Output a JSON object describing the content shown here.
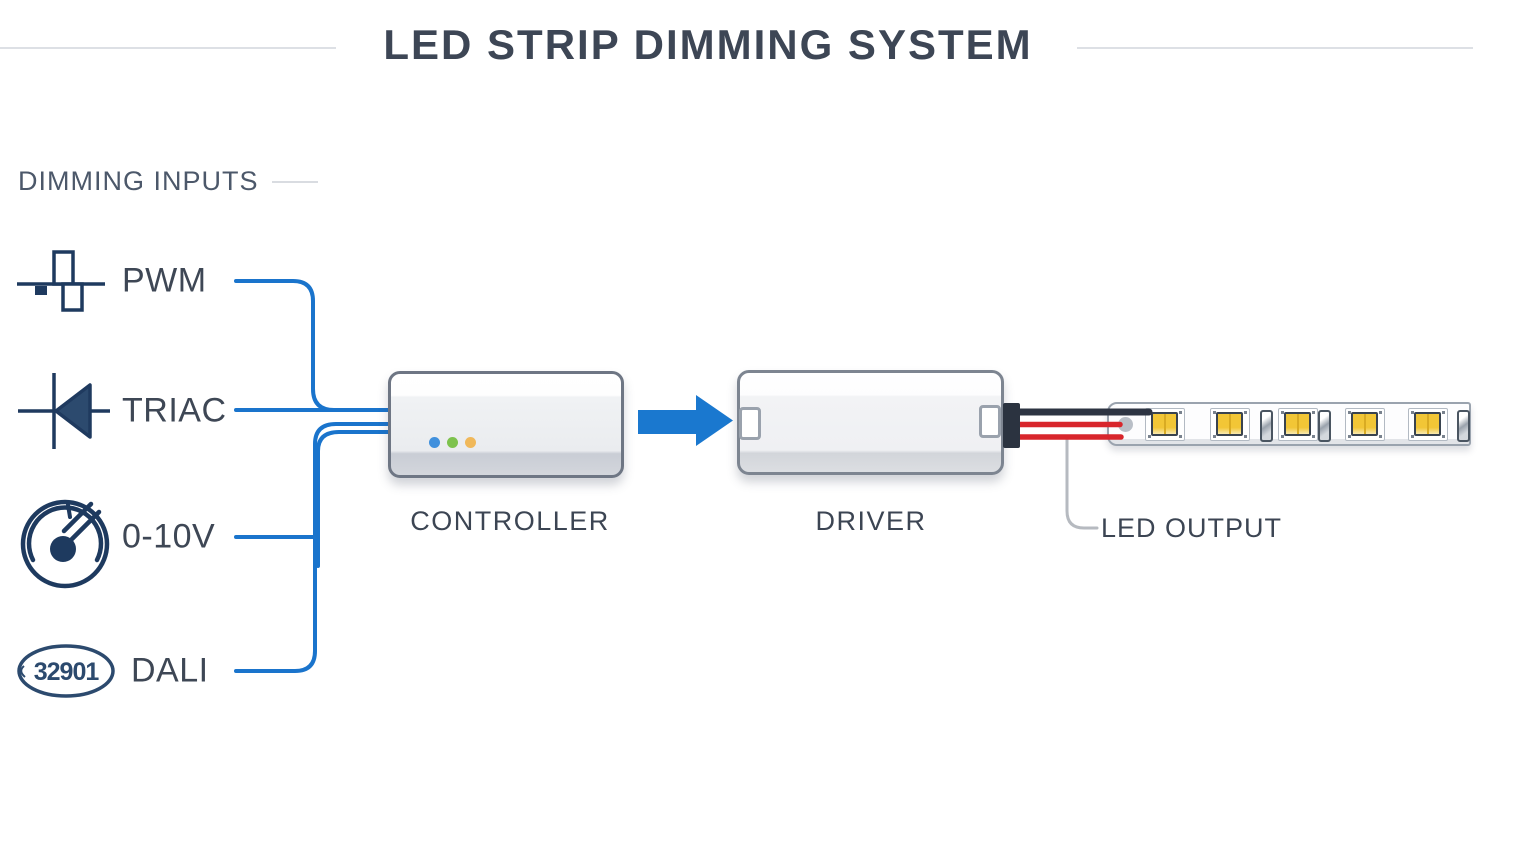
{
  "title": "LED STRIP DIMMING SYSTEM",
  "inputs": {
    "section_label": "DIMMING INPUTS",
    "items": [
      {
        "label": "PWM",
        "icon": "pwm-waveform-icon"
      },
      {
        "label": "TRIAC",
        "icon": "triac-diode-icon"
      },
      {
        "label": "0-10V",
        "icon": "gauge-dial-icon"
      },
      {
        "label": "DALI",
        "icon": "dali-oval-icon",
        "badge_text": "32901"
      }
    ]
  },
  "blocks": {
    "controller": {
      "label": "CONTROLLER",
      "status_leds": [
        "blue",
        "green",
        "amber"
      ]
    },
    "driver": {
      "label": "DRIVER"
    },
    "led_strip": {
      "led_count": 5,
      "resistor_count": 3
    },
    "led_output_label": "LED OUTPUT"
  },
  "colors": {
    "accent_blue": "#1a74cc",
    "arrow_blue": "#1a78cf",
    "icon_navy": "#1e3a5f",
    "title_text": "#3d4655",
    "wire_red": "#d8262c",
    "wire_dark": "#2d3442",
    "led_chip_yellow": "#f2c636",
    "status_blue": "#4090dd",
    "status_green": "#7dc24d",
    "status_amber": "#f0b85a"
  }
}
